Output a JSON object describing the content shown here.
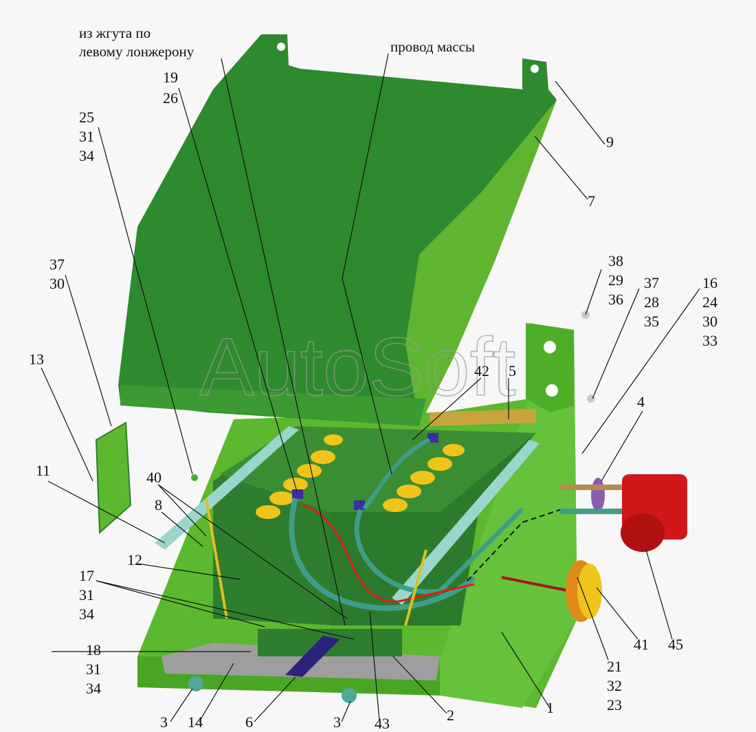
{
  "captions": {
    "harness_line1": "из жгута по",
    "harness_line2": "левому лонжерону",
    "ground_wire": "провод массы"
  },
  "watermark": "AutoSoft",
  "callouts": {
    "c19": "19",
    "c26": "26",
    "c25": "25",
    "c31a": "31",
    "c34a": "34",
    "c9": "9",
    "c7": "7",
    "c38": "38",
    "c29": "29",
    "c36": "36",
    "c37a": "37",
    "c28": "28",
    "c35": "35",
    "c16": "16",
    "c24": "24",
    "c30a": "30",
    "c33": "33",
    "c37b": "37",
    "c30b": "30",
    "c13": "13",
    "c42": "42",
    "c5": "5",
    "c4": "4",
    "c11": "11",
    "c40": "40",
    "c8": "8",
    "c12": "12",
    "c17": "17",
    "c31b": "31",
    "c34b": "34",
    "c18": "18",
    "c31c": "31",
    "c34c": "34",
    "c3a": "3",
    "c14": "14",
    "c6": "6",
    "c3b": "3",
    "c43": "43",
    "c2": "2",
    "c1": "1",
    "c21": "21",
    "c32": "32",
    "c23": "23",
    "c41": "41",
    "c45": "45"
  },
  "colors": {
    "lid_dark": "#2e8a2e",
    "lid_light": "#5fb52f",
    "box": "#5cb82e",
    "battery": "#2f7d2f",
    "terminal_yellow": "#f0c419",
    "cable_teal": "#3f9e8a",
    "wire_red": "#e01b1b",
    "plate_gray": "#9e9e9e",
    "strap_purple": "#2e237a",
    "switch_red": "#d01818",
    "switch_orange": "#e08a1a"
  }
}
